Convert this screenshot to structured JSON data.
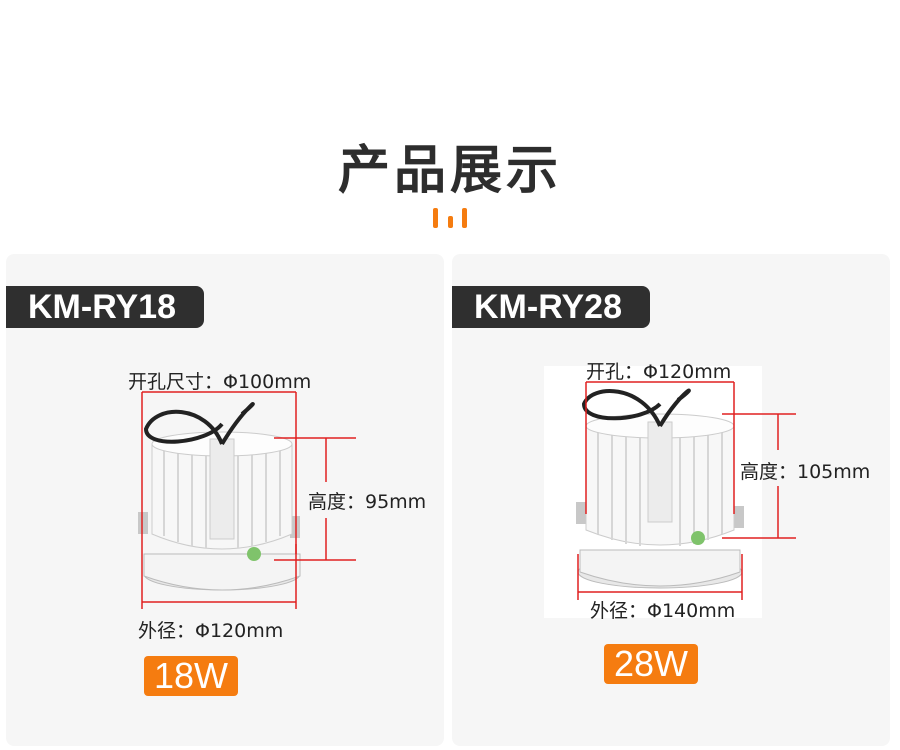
{
  "page_title": "产品展示",
  "colors": {
    "accent": "#f57c10",
    "tag_bg": "#2f2f2f",
    "dimension_line": "#e02020",
    "panel_bg": "#f6f6f6"
  },
  "products": [
    {
      "model": "KM-RY18",
      "cutout": "开孔尺寸：Φ100mm",
      "height": "高度：95mm",
      "outer_diameter": "外径：Φ120mm",
      "power": "18W"
    },
    {
      "model": "KM-RY28",
      "cutout": "开孔：Φ120mm",
      "height": "高度：105mm",
      "outer_diameter": "外径：Φ140mm",
      "power": "28W"
    }
  ]
}
